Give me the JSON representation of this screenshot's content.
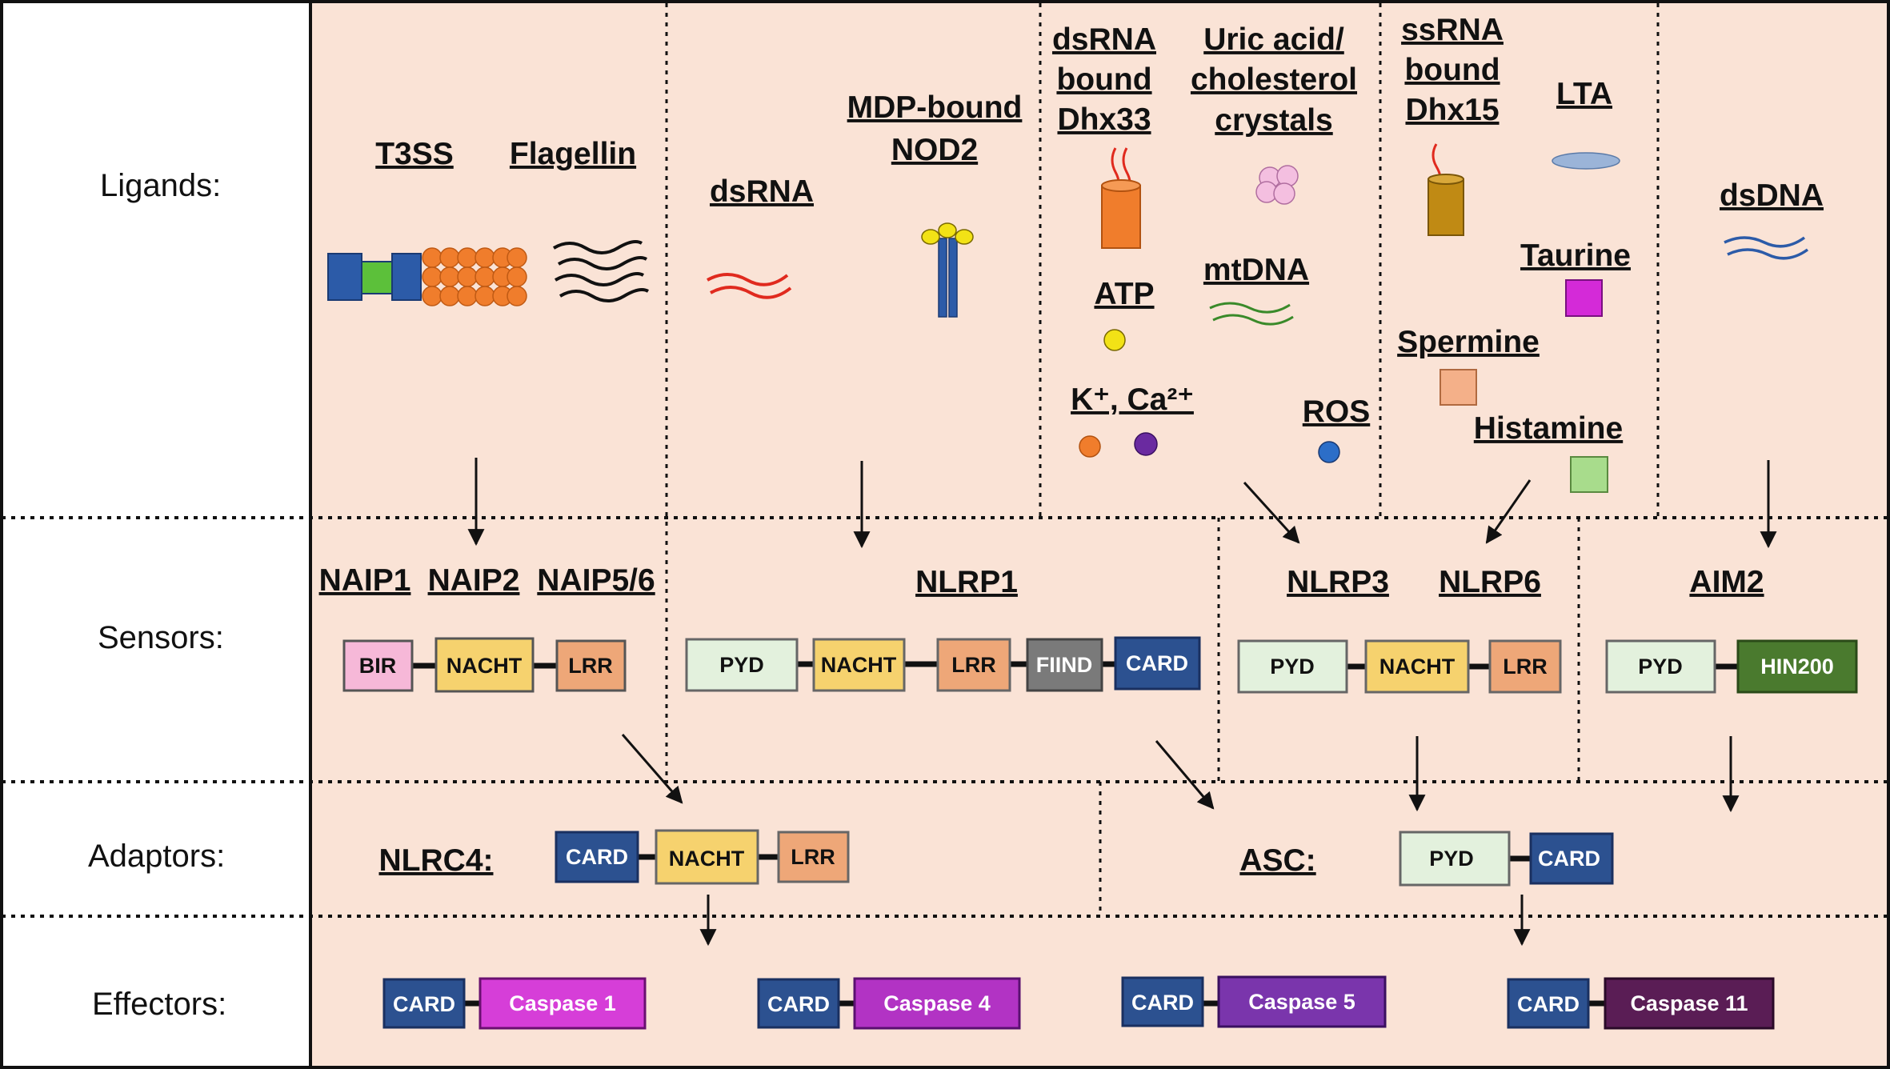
{
  "colors": {
    "panel": "#fae3d6",
    "border": "#111111",
    "bir": "#f6b8d8",
    "nacht": "#f6d26e",
    "lrr": "#eea778",
    "pyd": "#e3f1dd",
    "fiind": "#7a7a7a",
    "card": "#2c5190",
    "hin200": "#4a7a2e",
    "caspase1": "#d63ed8",
    "caspase4": "#b233c4",
    "caspase5": "#7a35ac",
    "caspase11": "#5a1d55"
  },
  "row_labels": [
    "Ligands:",
    "Sensors:",
    "Adaptors:",
    "Effectors:"
  ],
  "ligands": {
    "t3ss": "T3SS",
    "flagellin": "Flagellin",
    "dsrna": "dsRNA",
    "mdp_nod2": [
      "MDP-bound",
      "NOD2"
    ],
    "dsrna_dhx33": [
      "dsRNA",
      "bound",
      "Dhx33"
    ],
    "uric_acid": [
      "Uric acid/",
      "cholesterol",
      "crystals"
    ],
    "atp": "ATP",
    "mtdna": "mtDNA",
    "ions": "K⁺, Ca²⁺",
    "ros": "ROS",
    "ssrna_dhx15": [
      "ssRNA",
      "bound",
      "Dhx15"
    ],
    "lta": "LTA",
    "taurine": "Taurine",
    "spermine": "Spermine",
    "histamine": "Histamine",
    "dsdna": "dsDNA"
  },
  "sensors": {
    "naip1": "NAIP1",
    "naip2": "NAIP2",
    "naip56": "NAIP5/6",
    "nlrp1": "NLRP1",
    "nlrp3": "NLRP3",
    "nlrp6": "NLRP6",
    "aim2": "AIM2"
  },
  "adaptors": {
    "nlrc4": "NLRC4:",
    "asc": "ASC:"
  },
  "domains": {
    "bir": "BIR",
    "nacht": "NACHT",
    "lrr": "LRR",
    "pyd": "PYD",
    "fiind": "FIIND",
    "card": "CARD",
    "hin200": "HIN200"
  },
  "effectors": {
    "card": "CARD",
    "caspase1": "Caspase 1",
    "caspase4": "Caspase 4",
    "caspase5": "Caspase 5",
    "caspase11": "Caspase 11"
  }
}
